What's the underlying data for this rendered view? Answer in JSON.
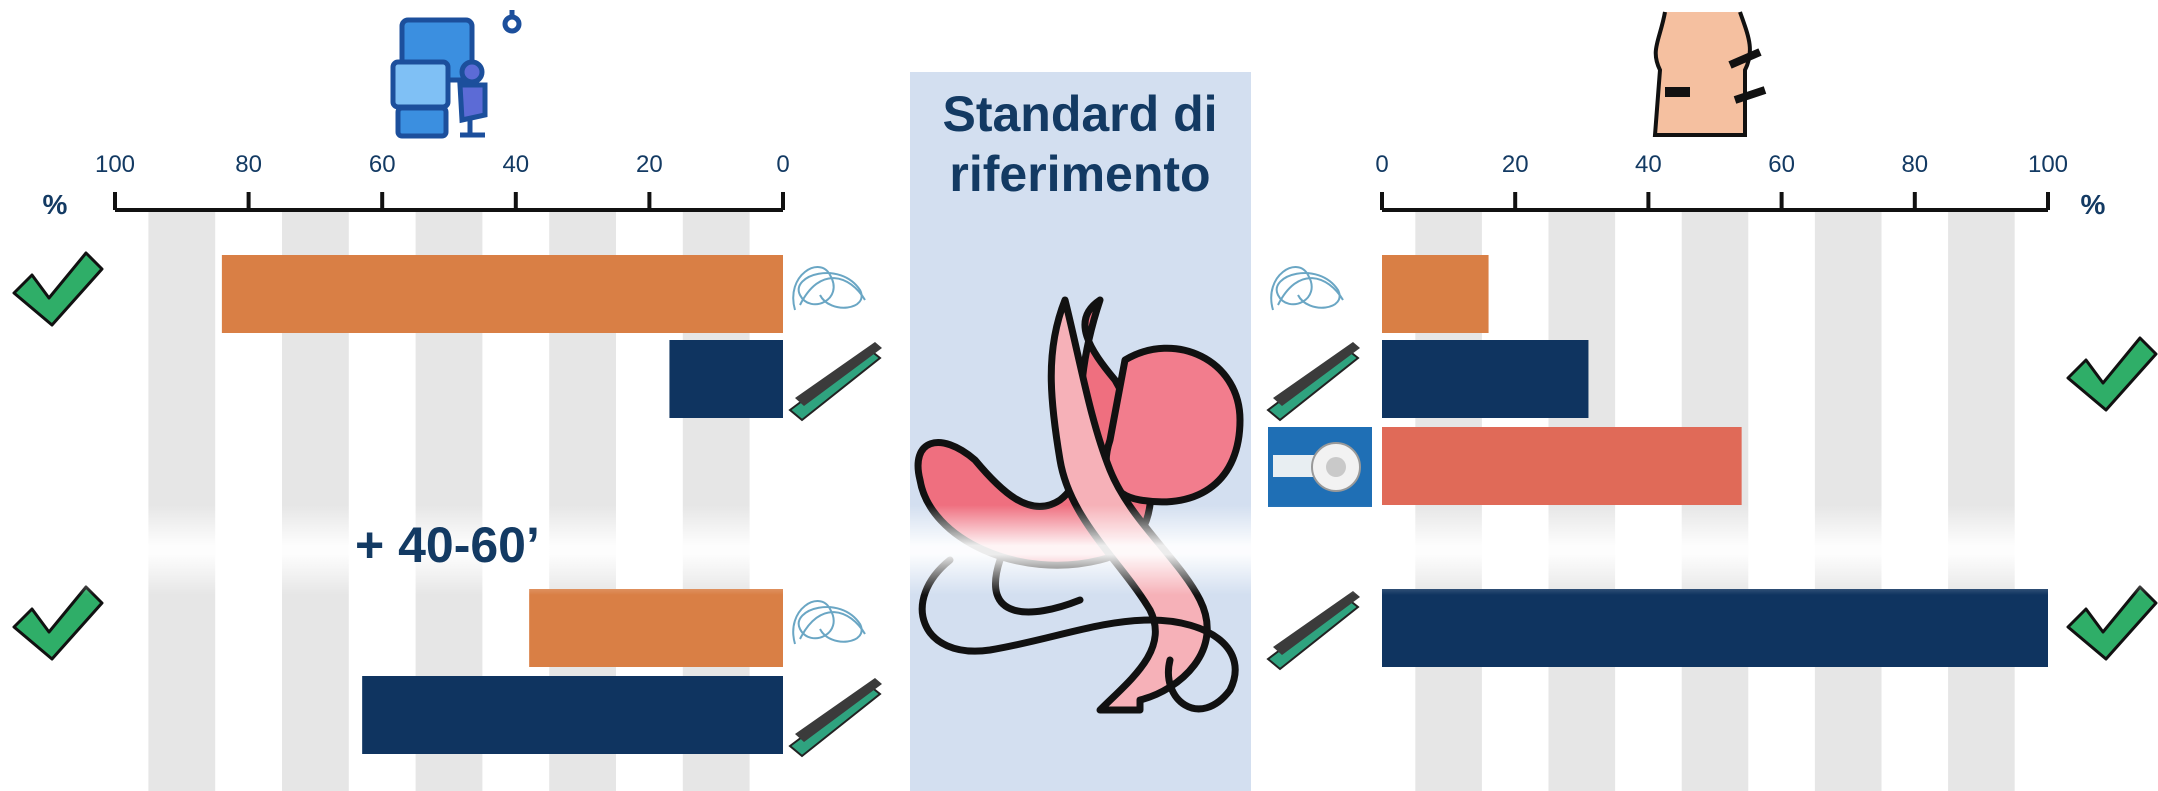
{
  "colors": {
    "orange": "#d97f45",
    "navy": "#0f3460",
    "salmon": "#e06a58",
    "band": "#e6e6e6",
    "panel": "#d3dff0",
    "check_fill": "#2fae68",
    "title_text": "#133a63"
  },
  "center_panel": {
    "title": "Standard di riferimento",
    "title_lines": [
      "Standard di",
      "riferimento"
    ],
    "image": "stomach-illustration"
  },
  "annotation": "+ 40-60’",
  "icons": {
    "left_header": "robotic-surgery-console-icon",
    "right_header": "laparoscopic-torso-icon"
  },
  "chart_data": [
    {
      "type": "bar",
      "orientation": "horizontal",
      "direction": "right-to-left",
      "axis_unit": "%",
      "xlim": [
        0,
        100
      ],
      "ticks": [
        100,
        80,
        60,
        40,
        20,
        0
      ],
      "grid": "alternating bands",
      "rows": [
        {
          "group": 1,
          "color": "orange",
          "value": 84,
          "icon": "endoscopic-suture-icon",
          "check": true
        },
        {
          "group": 1,
          "color": "navy",
          "value": 17,
          "icon": "linear-stapler-icon",
          "check": false
        },
        {
          "group": 2,
          "color": "orange",
          "value": 38,
          "icon": "endoscopic-suture-icon",
          "check": true
        },
        {
          "group": 2,
          "color": "navy",
          "value": 63,
          "icon": "linear-stapler-icon",
          "check": false
        }
      ]
    },
    {
      "type": "bar",
      "orientation": "horizontal",
      "direction": "left-to-right",
      "axis_unit": "%",
      "xlim": [
        0,
        100
      ],
      "ticks": [
        0,
        20,
        40,
        60,
        80,
        100
      ],
      "grid": "alternating bands",
      "rows": [
        {
          "group": 1,
          "color": "orange",
          "value": 16,
          "icon": "endoscopic-suture-icon",
          "check": false
        },
        {
          "group": 1,
          "color": "navy",
          "value": 31,
          "icon": "linear-stapler-icon",
          "check": true
        },
        {
          "group": 1,
          "color": "salmon",
          "value": 54,
          "icon": "circular-stapler-icon",
          "check": false
        },
        {
          "group": 2,
          "color": "navy",
          "value": 100,
          "icon": "linear-stapler-icon",
          "check": true
        }
      ]
    }
  ]
}
